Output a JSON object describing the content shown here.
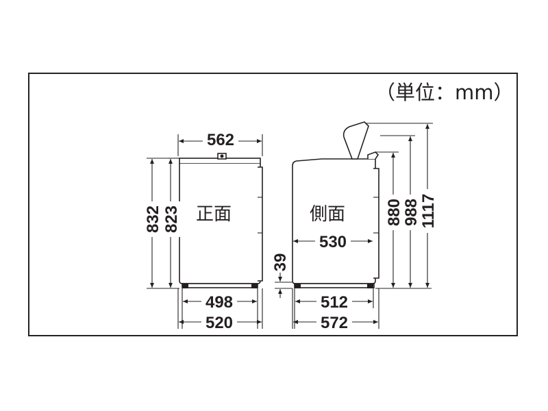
{
  "unit_label": "（単位：mm）",
  "views": {
    "front": {
      "label": "正面",
      "width_top": "562",
      "height_total": "832",
      "height_body": "823",
      "width_feet": "498",
      "width_base": "520"
    },
    "side": {
      "label": "側面",
      "depth_inner": "530",
      "foot_clearance": "39",
      "height_body": "880",
      "height_hose": "988",
      "height_lid_open": "1117",
      "depth_feet": "512",
      "depth_base": "572"
    }
  }
}
